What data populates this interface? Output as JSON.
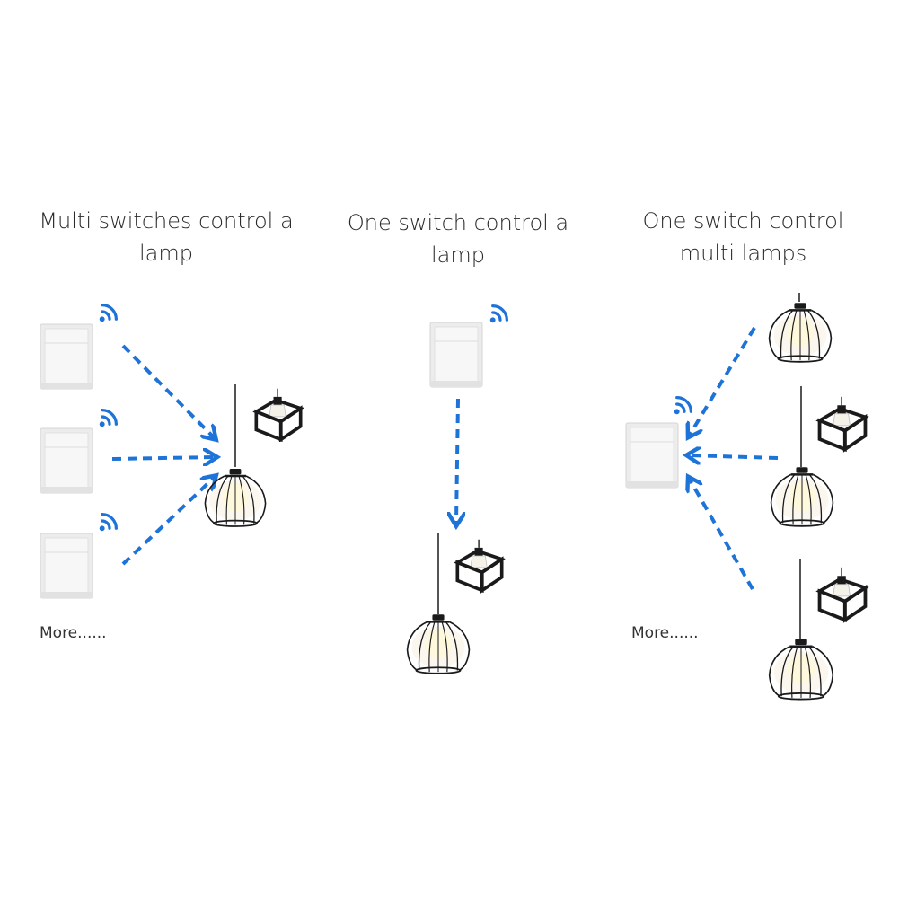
{
  "panels": [
    {
      "title": "Multi switches control a\nlamp",
      "more": "More......"
    },
    {
      "title": "One switch control a\nlamp"
    },
    {
      "title": "One switch control\nmulti lamps",
      "more": "More......"
    }
  ],
  "colors": {
    "arrow": "#1e73d8",
    "wifi": "#1e73d8",
    "switch_face": "#f4f4f4",
    "switch_edge": "#d8d8d8",
    "lamp_frame": "#1a1a1a",
    "lamp_glow": "#fbf7ee"
  },
  "icons": [
    "wall-switch-icon",
    "wifi-signal-icon",
    "cage-pendant-lamp-icon",
    "cube-pendant-lamp-icon",
    "dashed-arrow"
  ]
}
